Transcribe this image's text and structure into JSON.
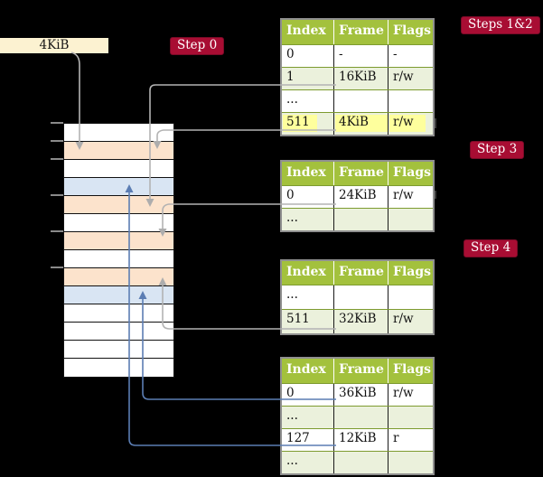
{
  "frame_label_box": {
    "label": "4KiB"
  },
  "step_labels": {
    "step0": "Step 0",
    "steps_1_2": "Steps 1&2",
    "step3": "Step 3",
    "step4": "Step 4"
  },
  "page_tables": [
    {
      "id": "page-table-1",
      "headers": [
        "Index",
        "Frame",
        "Flags"
      ],
      "rows": [
        {
          "cells": [
            "0",
            "-",
            "-"
          ],
          "shaded": false,
          "highlight": false
        },
        {
          "cells": [
            "1",
            "16KiB",
            "r/w"
          ],
          "shaded": true,
          "highlight": false
        },
        {
          "cells": [
            "...",
            "",
            ""
          ],
          "shaded": false,
          "highlight": false
        },
        {
          "cells": [
            "511",
            "4KiB",
            "r/w"
          ],
          "shaded": true,
          "highlight": true
        }
      ]
    },
    {
      "id": "page-table-2",
      "headers": [
        "Index",
        "Frame",
        "Flags"
      ],
      "rows": [
        {
          "cells": [
            "0",
            "24KiB",
            "r/w"
          ],
          "shaded": false,
          "highlight": false
        },
        {
          "cells": [
            "...",
            "",
            ""
          ],
          "shaded": true,
          "highlight": false
        }
      ]
    },
    {
      "id": "page-table-3",
      "headers": [
        "Index",
        "Frame",
        "Flags"
      ],
      "rows": [
        {
          "cells": [
            "...",
            "",
            ""
          ],
          "shaded": false,
          "highlight": false
        },
        {
          "cells": [
            "511",
            "32KiB",
            "r/w"
          ],
          "shaded": true,
          "highlight": false
        }
      ]
    },
    {
      "id": "page-table-4",
      "headers": [
        "Index",
        "Frame",
        "Flags"
      ],
      "rows": [
        {
          "cells": [
            "0",
            "36KiB",
            "r/w"
          ],
          "shaded": false,
          "highlight": false
        },
        {
          "cells": [
            "...",
            "",
            ""
          ],
          "shaded": true,
          "highlight": false
        },
        {
          "cells": [
            "127",
            "12KiB",
            "r"
          ],
          "shaded": false,
          "highlight": false
        },
        {
          "cells": [
            "...",
            "",
            ""
          ],
          "shaded": true,
          "highlight": false
        }
      ]
    }
  ],
  "memory_stack": {
    "rows": [
      "white",
      "orange",
      "white",
      "blue",
      "orange",
      "white",
      "orange",
      "white",
      "orange",
      "blue",
      "white",
      "white",
      "white",
      "white"
    ]
  },
  "colors": {
    "step_badge": "#a80d33",
    "table_header_green": "#a3c13d",
    "table_row_shaded": "#ebf1dc",
    "highlight_yellow": "#feff9d",
    "frame_box_cream": "#fcf2d1",
    "stack_orange": "#fce3cc",
    "stack_blue": "#d9e5f3",
    "connector_gray": "#b3b3b3",
    "connector_blue": "#5b7db3"
  }
}
